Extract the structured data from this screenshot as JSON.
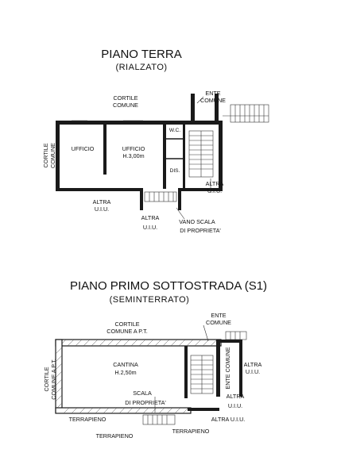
{
  "ground_floor": {
    "title": "PIANO TERRA",
    "subtitle": "(RIALZATO)",
    "labels": {
      "cortile_comune_top_1": "CORTILE",
      "cortile_comune_top_2": "COMUNE",
      "ente_comune_1": "ENTE",
      "ente_comune_2": "COMUNE",
      "cortile_comune_side_1": "CORTILE",
      "cortile_comune_side_2": "COMUNE",
      "ufficio_1": "UFFICIO",
      "ufficio_2": "UFFICIO",
      "ufficio_2_height": "H.3,00m",
      "wc": "W.C.",
      "dis": "DIS.",
      "altra_uiu_right_1": "ALTRA",
      "altra_uiu_right_2": "U.I.U.",
      "altra_uiu_left_1": "ALTRA",
      "altra_uiu_left_2": "U.I.U.",
      "altra_uiu_mid_1": "ALTRA",
      "altra_uiu_mid_2": "U.I.U.",
      "vano_scala_1": "VANO SCALA",
      "vano_scala_2": "DI PROPRIETA'"
    }
  },
  "basement": {
    "title": "PIANO PRIMO SOTTOSTRADA (S1)",
    "subtitle": "(SEMINTERRATO)",
    "labels": {
      "cortile_top_1": "CORTILE",
      "cortile_top_2": "COMUNE A P.T.",
      "ente_comune_1": "ENTE",
      "ente_comune_2": "COMUNE",
      "cortile_side_1": "CORTILE",
      "cortile_side_2": "COMUNE A P.T.",
      "cantina": "CANTINA",
      "cantina_height": "H.2,50m",
      "ente_comune_vertical": "ENTE COMUNE",
      "altra_uiu_right_1": "ALTRA",
      "altra_uiu_right_2": "U.I.U.",
      "scala_1": "SCALA",
      "scala_2": "DI PROPRIETA'",
      "altra_uiu_mid_1": "ALTRA",
      "altra_uiu_mid_2": "U.I.U.",
      "terrapieno_left": "TERRAPIENO",
      "terrapieno_bottom_left": "TERRAPIENO",
      "terrapieno_bottom_right": "TERRAPIENO",
      "altra_uiu_bottom": "ALTRA U.I.U."
    }
  }
}
